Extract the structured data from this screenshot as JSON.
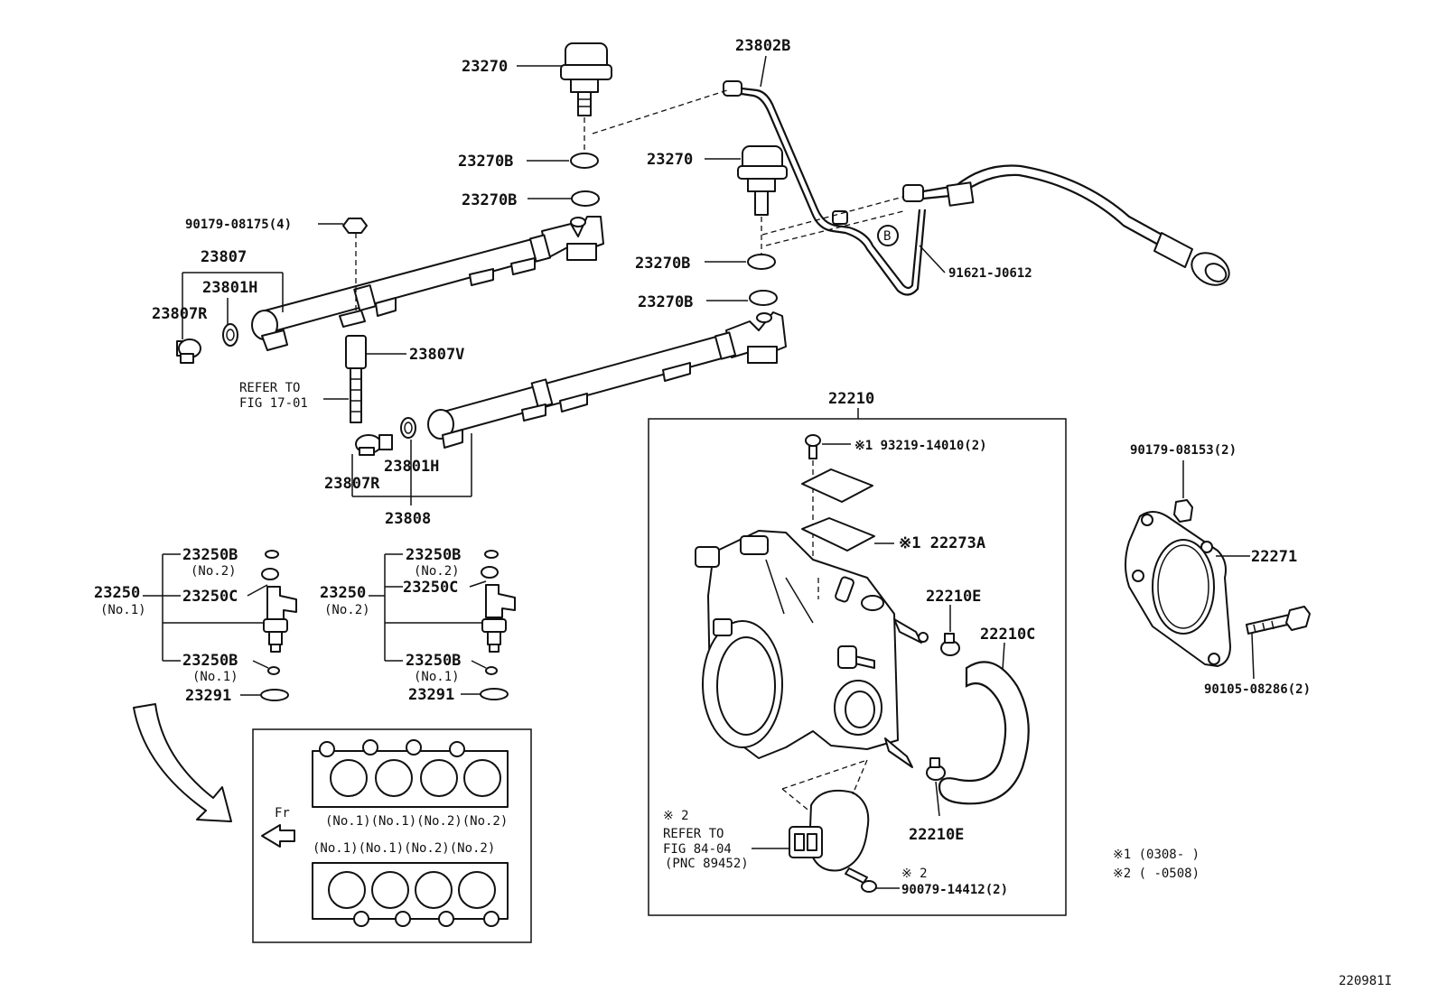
{
  "labels": {
    "p23270_top": "23270",
    "p23802b": "23802B",
    "p23270b_1": "23270B",
    "p23270_2": "23270",
    "p23270b_2": "23270B",
    "p90179_08175": "90179-08175(4)",
    "p23807": "23807",
    "p23801h_1": "23801H",
    "p23807r_1": "23807R",
    "p23270b_3": "23270B",
    "p91621": "91621-J0612",
    "p23270b_4": "23270B",
    "p23807v": "23807V",
    "refer_fig_17_a": "REFER TO",
    "refer_fig_17_b": "FIG 17-01",
    "p23807r_2": "23807R",
    "p23801h_2": "23801H",
    "p23808": "23808",
    "p22210": "22210",
    "p193219": "※1 93219-14010(2)",
    "p22273a": "※1 22273A",
    "p22210e_1": "22210E",
    "p22210c": "22210C",
    "p22210e_2": "22210E",
    "p90179_08153": "90179-08153(2)",
    "p22271": "22271",
    "p90105": "90105-08286(2)",
    "inj_left_25": "23250",
    "inj_left_25_sub": "(No.1)",
    "inj_left_b2": "23250B",
    "inj_left_b2_sub": "(No.2)",
    "inj_left_c": "23250C",
    "inj_left_b1": "23250B",
    "inj_left_b1_sub": "(No.1)",
    "inj_left_291": "23291",
    "inj_right_25": "23250",
    "inj_right_25_sub": "(No.2)",
    "inj_right_b2": "23250B",
    "inj_right_b2_sub": "(No.2)",
    "inj_right_c": "23250C",
    "inj_right_b1": "23250B",
    "inj_right_b1_sub": "(No.1)",
    "inj_right_291": "23291",
    "fr": "Fr",
    "gasket_top_labels": "(No.1)(No.1)(No.2)(No.2)",
    "gasket_bot_labels": "(No.1)(No.1)(No.2)(No.2)",
    "refer_84_mark": "※ 2",
    "refer_84_a": "REFER TO",
    "refer_84_b": "FIG 84-04",
    "refer_84_c": "(PNC 89452)",
    "p90079_mark": "※ 2",
    "p90079": "90079-14412(2)",
    "note1": "※1 (0308-    )",
    "note2": "※2 (    -0508)",
    "callout_b": "B",
    "diagram_id": "220981I"
  }
}
